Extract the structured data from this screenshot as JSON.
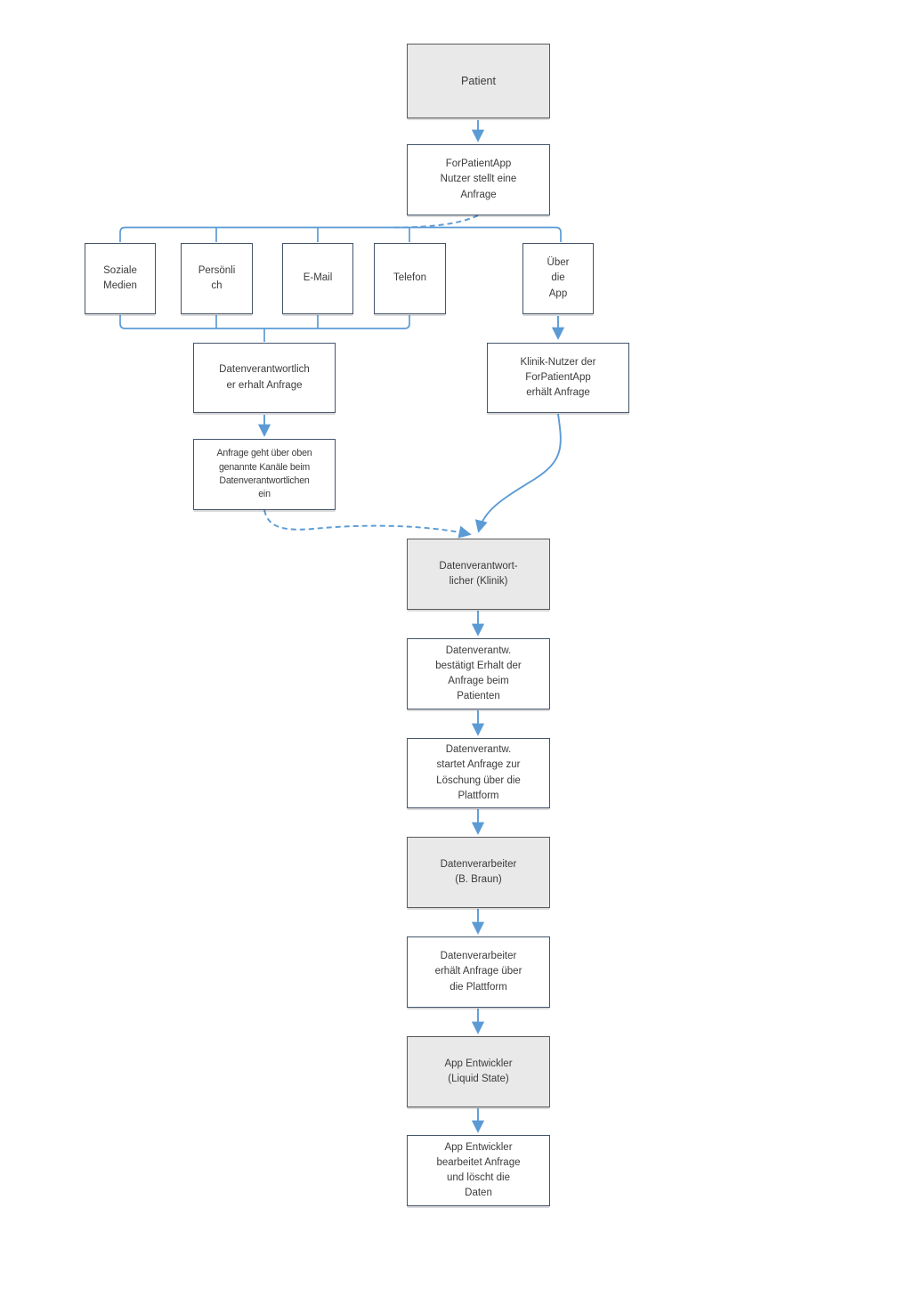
{
  "colors": {
    "connector": "#5b9bd5",
    "white_box_border": "#44546a",
    "gray_box_border": "#595959",
    "gray_box_fill": "#e9e9e9",
    "white_box_fill": "#ffffff",
    "text": "#3b3b3b"
  },
  "nodes": [
    {
      "id": "patient",
      "label": "Patient"
    },
    {
      "id": "forpatientapp-anfrage",
      "label": "ForPatientApp\nNutzer stellt eine\nAnfrage"
    },
    {
      "id": "soziale-medien",
      "label": "Soziale\nMedien"
    },
    {
      "id": "persoenlich",
      "label": "Persönli\nch"
    },
    {
      "id": "e-mail",
      "label": "E-Mail"
    },
    {
      "id": "telefon",
      "label": "Telefon"
    },
    {
      "id": "ueber-die-app",
      "label": "Über\ndie\nApp"
    },
    {
      "id": "dv-erhalt-anfrage",
      "label": "Datenverantwortlich\ner erhalt Anfrage"
    },
    {
      "id": "anfrage-kanaele",
      "label": "Anfrage geht über oben\ngenannte Kanäle beim\nDatenverantwortlichen\nein"
    },
    {
      "id": "klinik-nutzer",
      "label": "Klinik-Nutzer der\nForPatientApp\nerhält Anfrage"
    },
    {
      "id": "dv-klinik",
      "label": "Datenverantwort-\nlicher (Klinik)"
    },
    {
      "id": "dv-bestaetigt",
      "label": "Datenverantw.\nbestätigt Erhalt der\nAnfrage beim\nPatienten"
    },
    {
      "id": "dv-startet",
      "label": "Datenverantw.\nstartet Anfrage zur\nLöschung über die\nPlattform"
    },
    {
      "id": "datenverarbeiter",
      "label": "Datenverarbeiter\n(B. Braun)"
    },
    {
      "id": "dv-erhaelt-plattform",
      "label": "Datenverarbeiter\nerhält Anfrage über\ndie Plattform"
    },
    {
      "id": "app-entwickler",
      "label": "App Entwickler\n(Liquid State)"
    },
    {
      "id": "app-bearbeitet",
      "label": "App Entwickler\nbearbeitet Anfrage\nund löscht die\nDaten"
    }
  ]
}
